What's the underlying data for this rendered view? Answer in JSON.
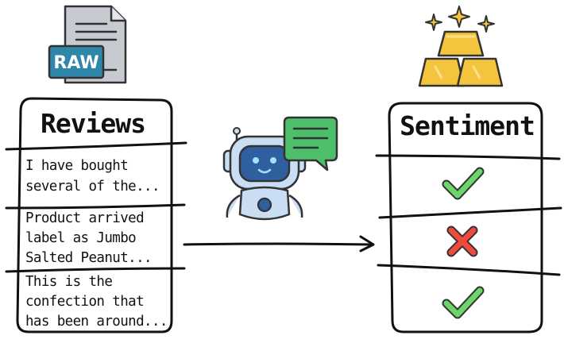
{
  "raw_file": {
    "badge_text": "RAW",
    "icon": "raw-document-icon"
  },
  "gold_icon": "gold-bars-sparkles-icon",
  "robot_icon": "chatbot-robot-icon",
  "reviews": {
    "title": "Reviews",
    "items": [
      {
        "lines": [
          "I have bought",
          "several of the..."
        ]
      },
      {
        "lines": [
          "Product arrived",
          "label as Jumbo",
          "Salted Peanut..."
        ]
      },
      {
        "lines": [
          "This is the",
          "confection that",
          "has been around..."
        ]
      }
    ]
  },
  "sentiment": {
    "title": "Sentiment",
    "results": [
      "check",
      "cross",
      "check"
    ]
  },
  "colors": {
    "check": "#6cd66a",
    "cross": "#f04a3c",
    "gold": "#f5c43d",
    "doc": "#c7cbd1",
    "raw_badge": "#2e86a8",
    "robot_blue": "#2f5f9e",
    "robot_light": "#c9def3",
    "chat_green": "#4dbf6a"
  }
}
